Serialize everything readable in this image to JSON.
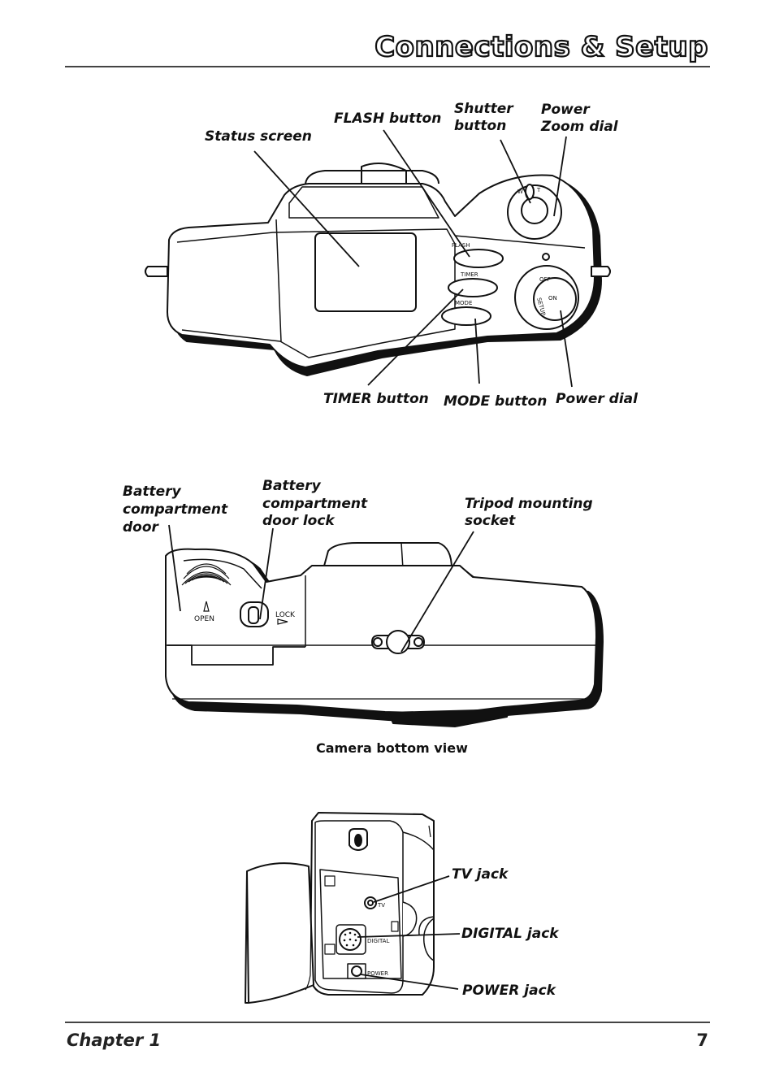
{
  "header": {
    "title": "Connections & Setup"
  },
  "top_diagram": {
    "labels": {
      "status_screen": "Status screen",
      "flash_button": "FLASH button",
      "shutter_line1": "Shutter",
      "shutter_line2": "button",
      "zoom_line1": "Power",
      "zoom_line2": "Zoom dial",
      "timer_button": "TIMER button",
      "mode_button": "MODE button",
      "power_dial": "Power dial"
    },
    "markings": {
      "flash": "FLASH",
      "timer": "TIMER",
      "mode": "MODE",
      "w": "W",
      "t": "T",
      "off": "OFF",
      "on": "ON",
      "setup": "SETUP"
    }
  },
  "bottom_diagram": {
    "labels": {
      "door_line1": "Battery",
      "door_line2": "compartment",
      "door_line3": "door",
      "lock_line1": "Battery",
      "lock_line2": "compartment",
      "lock_line3": "door lock",
      "tripod_line1": "Tripod mounting",
      "tripod_line2": "socket"
    },
    "markings": {
      "open": "OPEN",
      "lock": "LOCK"
    },
    "caption": "Camera bottom view"
  },
  "side_diagram": {
    "labels": {
      "tv_jack": "TV jack",
      "digital_jack": "DIGITAL jack",
      "power_jack": "POWER jack"
    },
    "markings": {
      "tv": "TV",
      "digital": "DIGITAL",
      "power": "POWER"
    }
  },
  "footer": {
    "chapter": "Chapter 1",
    "page": "7"
  }
}
